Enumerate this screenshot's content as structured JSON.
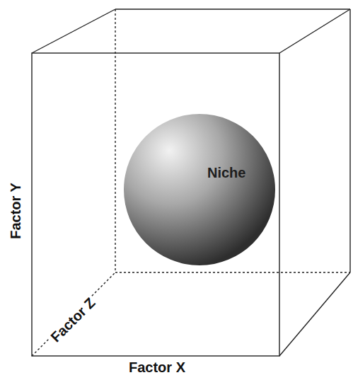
{
  "diagram": {
    "nodes": [
      {
        "text": [
          "Niche"
        ]
      }
    ],
    "labels": [
      "Factor Y",
      "Factor Z",
      "Factor X"
    ]
  }
}
